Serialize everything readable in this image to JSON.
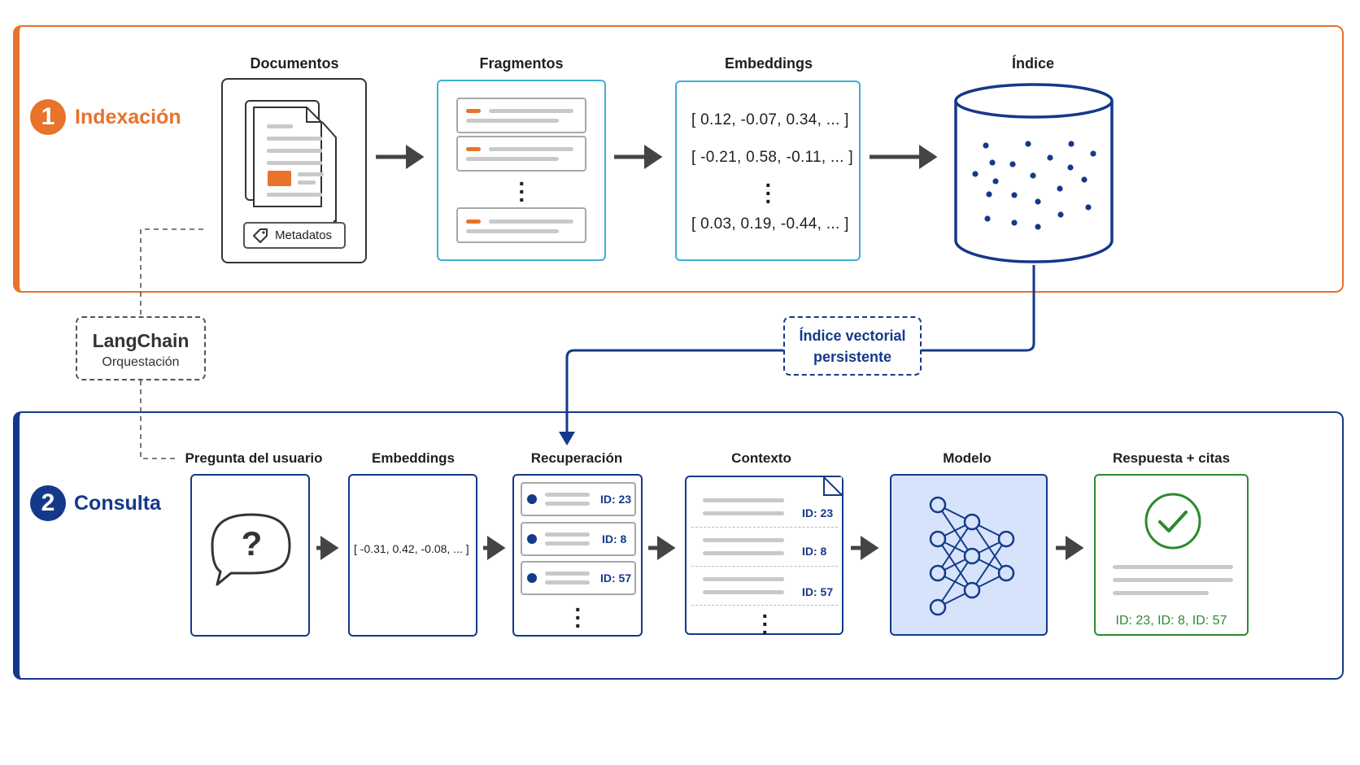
{
  "indexing": {
    "number": "1",
    "title": "Indexación",
    "color": "#e8732a",
    "documents": {
      "label": "Documentos",
      "metadata": "Metadatos"
    },
    "fragments": {
      "label": "Fragmentos"
    },
    "embeddings": {
      "label": "Embeddings",
      "vectors": [
        "[ 0.12,  -0.07,  0.34,  ... ]",
        "[ -0.21,  0.58,  -0.11,  ... ]",
        "[ 0.03,  0.19,  -0.44,  ... ]"
      ]
    },
    "index": {
      "label": "Índice"
    }
  },
  "orchestration": {
    "title": "LangChain",
    "subtitle": "Orquestación"
  },
  "persistent_index": {
    "line1": "Índice vectorial",
    "line2": "persistente"
  },
  "query": {
    "number": "2",
    "title": "Consulta",
    "color": "#14398a",
    "question": {
      "label": "Pregunta del usuario",
      "symbol": "?"
    },
    "embeddings": {
      "label": "Embeddings",
      "vector": "[ -0.31, 0.42, -0.08, ... ]"
    },
    "retrieval": {
      "label": "Recuperación",
      "ids": [
        "ID: 23",
        "ID: 8",
        "ID: 57"
      ]
    },
    "context": {
      "label": "Contexto",
      "ids": [
        "ID: 23",
        "ID: 8",
        "ID: 57"
      ]
    },
    "model": {
      "label": "Modelo"
    },
    "answer": {
      "label": "Respuesta + citas",
      "citations": "ID: 23, ID: 8, ID: 57",
      "color": "#2b8a2f"
    }
  }
}
